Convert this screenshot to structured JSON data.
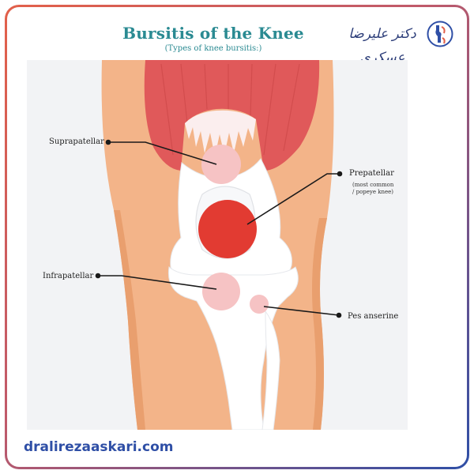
{
  "header": {
    "title": "Bursitis of the Knee",
    "subtitle": "(Types of knee bursitis:)"
  },
  "brand": {
    "logo_text": "دکتر علیرضا عسکری",
    "website": "dralirezaaskari.com"
  },
  "labels": {
    "suprapatellar": "Suprapatellar",
    "prepatellar": "Prepatellar",
    "prepatellar_note_1": "(most common",
    "prepatellar_note_2": "/ popeye knee)",
    "infrapatellar": "Infrapatellar",
    "pes_anserine": "Pes anserine"
  },
  "colors": {
    "title": "#2a8a92",
    "muscle": "#e0595a",
    "skin": "#f3b489",
    "bursa_light": "#f6c3c4",
    "bursa_dark": "#e23b32",
    "brand_blue": "#2f4fa6",
    "frame_orange": "#e2604a"
  },
  "icons": [
    "knee-logo-icon"
  ]
}
